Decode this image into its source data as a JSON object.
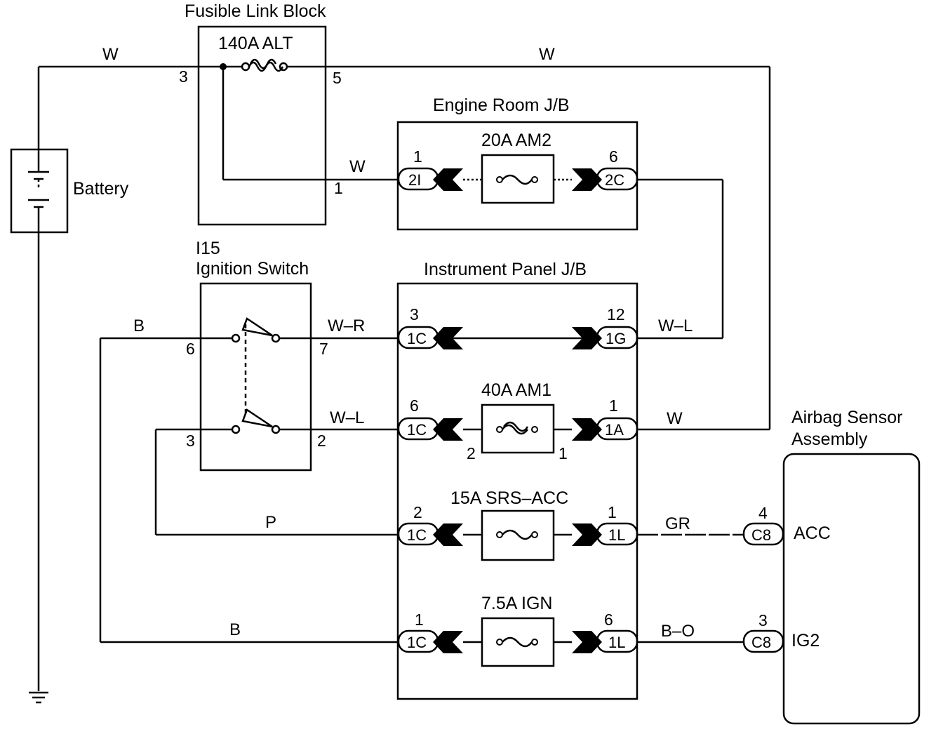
{
  "components": {
    "fusible_link_block": {
      "title": "Fusible Link Block",
      "fuse": "140A ALT",
      "pin_in": "3",
      "pin_out": "5",
      "pin_out2": "1"
    },
    "engine_room_jb": {
      "title": "Engine Room J/B",
      "fuse": "20A AM2",
      "left_pin": "1",
      "left_conn": "2I",
      "right_pin": "6",
      "right_conn": "2C"
    },
    "battery": {
      "label": "Battery"
    },
    "ignition_switch": {
      "id": "I15",
      "title": "Ignition Switch",
      "pin_6": "6",
      "pin_7": "7",
      "pin_3": "3",
      "pin_2": "2"
    },
    "instrument_panel_jb": {
      "title": "Instrument Panel J/B",
      "row1": {
        "left_pin": "3",
        "left_conn": "1C",
        "right_pin": "12",
        "right_conn": "1G"
      },
      "row2": {
        "fuse": "40A AM1",
        "left_pin": "6",
        "left_conn": "1C",
        "right_pin": "1",
        "right_conn": "1A",
        "inner_left": "2",
        "inner_right": "1"
      },
      "row3": {
        "fuse": "15A SRS–ACC",
        "left_pin": "2",
        "left_conn": "1C",
        "right_pin": "1",
        "right_conn": "1L"
      },
      "row4": {
        "fuse": "7.5A IGN",
        "left_pin": "1",
        "left_conn": "1C",
        "right_pin": "6",
        "right_conn": "1L"
      }
    },
    "airbag_sensor": {
      "title_line1": "Airbag Sensor",
      "title_line2": "Assembly",
      "acc_pin": "4",
      "acc_conn": "C8",
      "acc_label": "ACC",
      "ig2_pin": "3",
      "ig2_conn": "C8",
      "ig2_label": "IG2"
    }
  },
  "wires": {
    "battery_to_fl": "W",
    "fl_to_am1": "W",
    "fl_to_am2": "W",
    "ign_b_top": "B",
    "ign7_to_1c": "W–R",
    "ign2_to_1c": "W–L",
    "am2_to_1g": "W–L",
    "am1_w": "W",
    "p_wire": "P",
    "gr_wire": "GR",
    "b_bottom": "B",
    "bo_wire": "B–O"
  }
}
